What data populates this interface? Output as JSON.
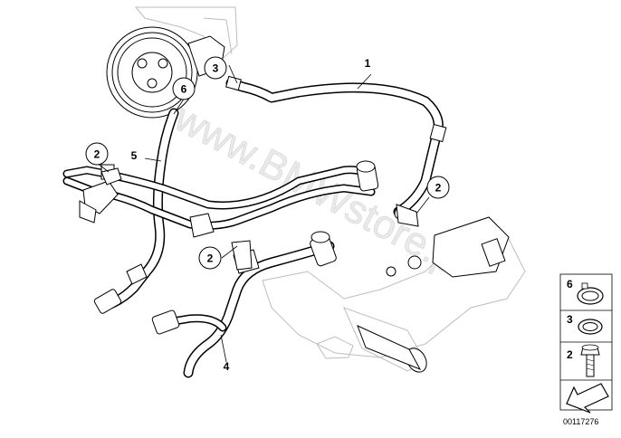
{
  "watermark": "www.BMWstore.pl",
  "callouts": {
    "c1": "1",
    "c2a": "2",
    "c2b": "2",
    "c2c": "2",
    "c3": "3",
    "c4": "4",
    "c5": "5",
    "c6": "6"
  },
  "legend": {
    "items": [
      {
        "label": "6",
        "icon": "hose-clamp-icon"
      },
      {
        "label": "3",
        "icon": "seal-ring-icon"
      },
      {
        "label": "2",
        "icon": "hex-bolt-icon"
      }
    ],
    "arrow_icon": "direction-arrow-icon"
  },
  "diagram_code": "00117276"
}
